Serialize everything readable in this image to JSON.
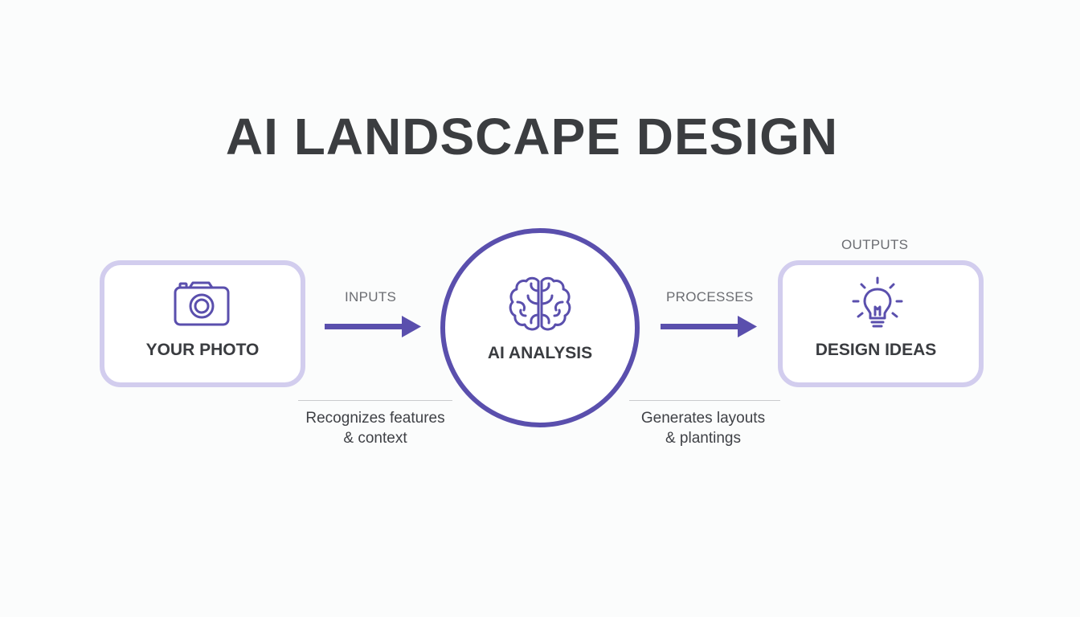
{
  "title": "AI LANDSCAPE DESIGN",
  "colors": {
    "accent": "#5a4fad",
    "box_border": "#d2cdee",
    "title_text": "#3b3d40",
    "label_text": "#6b6d72",
    "background": "#fbfcfc"
  },
  "nodes": {
    "photo": {
      "label": "YOUR PHOTO",
      "icon": "camera-icon"
    },
    "analysis": {
      "label": "AI ANALYSIS",
      "icon": "brain-icon"
    },
    "ideas": {
      "label": "DESIGN IDEAS",
      "icon": "lightbulb-icon"
    }
  },
  "steps": {
    "inputs": "INPUTS",
    "processes": "PROCESSES",
    "outputs": "OUTPUTS"
  },
  "descriptions": {
    "analysis": {
      "line1": "Recognizes features",
      "line2": "& context"
    },
    "generation": {
      "line1": "Generates layouts",
      "line2": "& plantings"
    }
  }
}
